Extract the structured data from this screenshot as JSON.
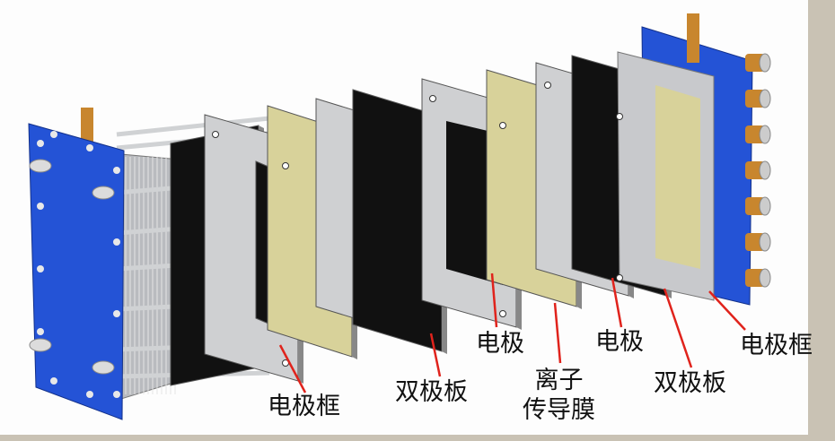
{
  "diagram": {
    "labels": {
      "electrode_frame_left": "电极框",
      "bipolar_plate_left": "双极板",
      "electrode_left": "电极",
      "membrane_line1": "离子",
      "membrane_line2": "传导膜",
      "electrode_right": "电极",
      "bipolar_plate_right": "双极板",
      "electrode_frame_right": "电极框"
    },
    "colors": {
      "end_plate": "#2453d6",
      "frame": "#cfd0d2",
      "electrode": "#111111",
      "membrane": "#d8d29a",
      "leader": "#e0231c",
      "terminal": "#c8862e"
    }
  }
}
